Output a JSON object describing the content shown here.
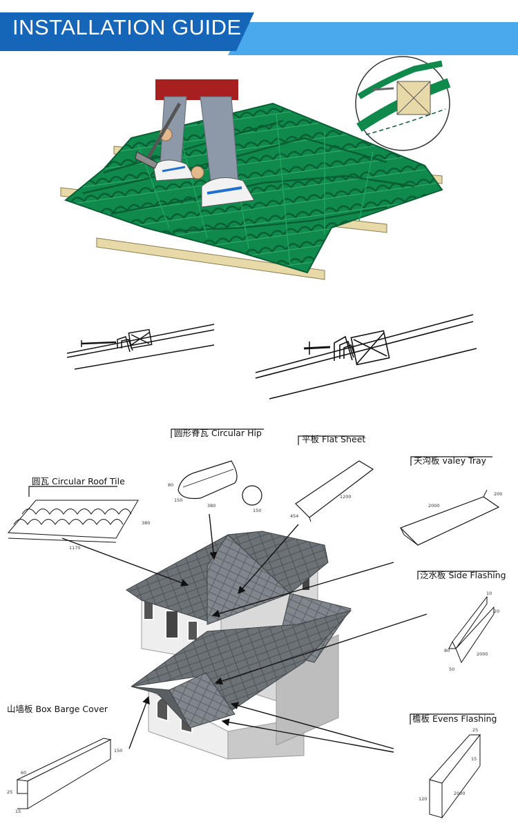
{
  "header": {
    "title": "INSTALLATION GUIDE",
    "colors": {
      "dark": "#1565b8",
      "light": "#4aa8ec"
    }
  },
  "colors": {
    "tile_green": "#0f8a4c",
    "tile_green_dark": "#0a5e33",
    "roof_gray": "#6e7378",
    "batten": "#e8d9a8"
  },
  "labels": {
    "circular_hip": "圆形脊瓦 Circular Hip",
    "flat_sheet": "平板 Flat Sheet",
    "valley_tray": "天沟板 valey Tray",
    "circular_roof_tile": "圆瓦 Circular Roof Tile",
    "side_flashing": "泛水板 Side Flashing",
    "box_barge_cover": "山墙板 Box Barge Cover",
    "evens_flashing": "檐板 Evens Flashing"
  },
  "dimensions": {
    "hip": {
      "a": "80",
      "b": "150",
      "c": "380",
      "d": "150"
    },
    "flat": {
      "a": "454",
      "b": "1200"
    },
    "valley": {
      "a": "2000",
      "b": "200"
    },
    "roof_tile": {
      "a": "380",
      "b": "1170"
    },
    "side": {
      "a": "10",
      "b": "20",
      "c": "80",
      "d": "50",
      "e": "2000"
    },
    "barge": {
      "a": "60",
      "b": "25",
      "c": "150",
      "d": "15"
    },
    "evens": {
      "a": "25",
      "b": "15",
      "c": "120",
      "d": "2000"
    }
  }
}
